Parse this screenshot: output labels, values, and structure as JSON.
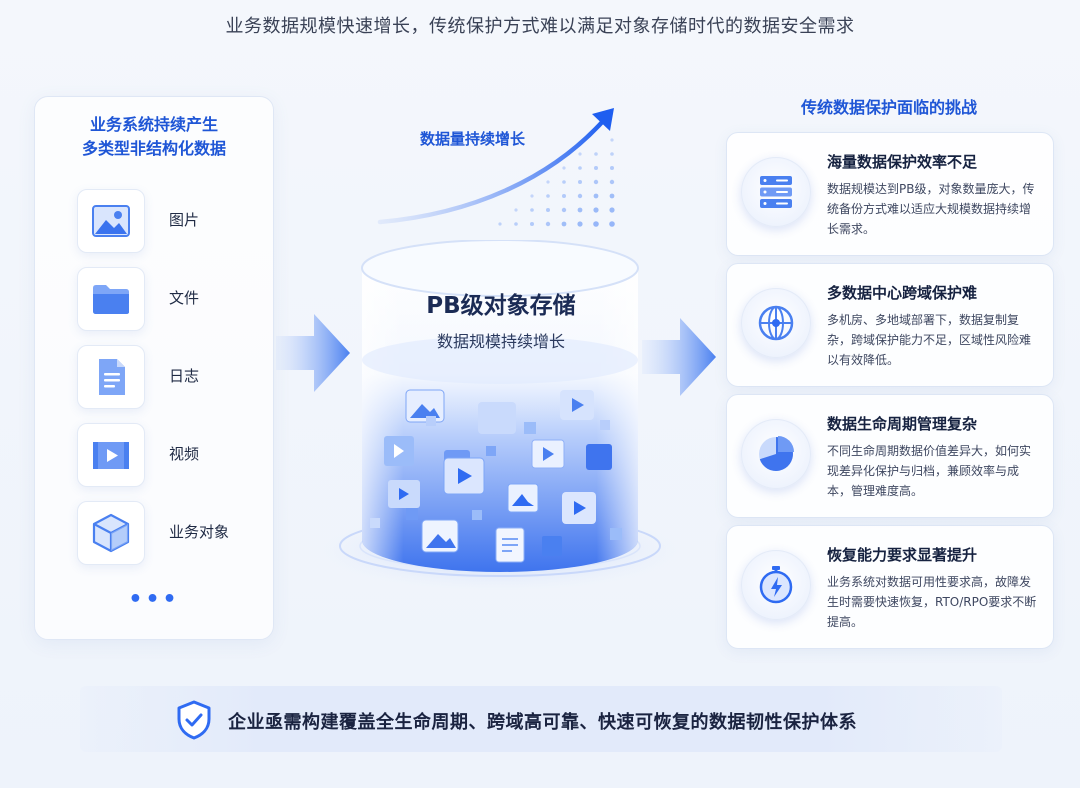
{
  "header": {
    "title": "业务数据规模快速增长，传统保护方式难以满足对象存储时代的数据安全需求"
  },
  "left_panel": {
    "heading_line1": "业务系统持续产生",
    "heading_line2": "多类型非结构化数据",
    "items": [
      {
        "label": "图片",
        "icon": "image-icon"
      },
      {
        "label": "文件",
        "icon": "folder-icon"
      },
      {
        "label": "日志",
        "icon": "log-icon"
      },
      {
        "label": "视频",
        "icon": "video-icon"
      },
      {
        "label": "业务对象",
        "icon": "cube-icon"
      }
    ],
    "more": "•••"
  },
  "center": {
    "growth_label": "数据量持续增长",
    "storage_title": "PB级对象存储",
    "storage_subtitle": "数据规模持续增长"
  },
  "right_panel": {
    "heading": "传统数据保护面临的挑战",
    "challenges": [
      {
        "title": "海量数据保护效率不足",
        "description": "数据规模达到PB级，对象数量庞大，传统备份方式难以适应大规模数据持续增长需求。",
        "icon": "server-icon"
      },
      {
        "title": "多数据中心跨域保护难",
        "description": "多机房、多地域部署下，数据复制复杂，跨域保护能力不足，区域性风险难以有效降低。",
        "icon": "globe-icon"
      },
      {
        "title": "数据生命周期管理复杂",
        "description": "不同生命周期数据价值差异大，如何实现差异化保护与归档，兼顾效率与成本，管理难度高。",
        "icon": "pie-chart-icon"
      },
      {
        "title": "恢复能力要求显著提升",
        "description": "业务系统对数据可用性要求高，故障发生时需要快速恢复，RTO/RPO要求不断提高。",
        "icon": "stopwatch-icon"
      }
    ]
  },
  "footer": {
    "banner_text": "企业亟需构建覆盖全生命周期、跨域高可靠、快速可恢复的数据韧性保护体系"
  },
  "colors": {
    "accent": "#2f6bf2",
    "heading_blue": "#1f56d6",
    "text_dark": "#1f2a44"
  }
}
